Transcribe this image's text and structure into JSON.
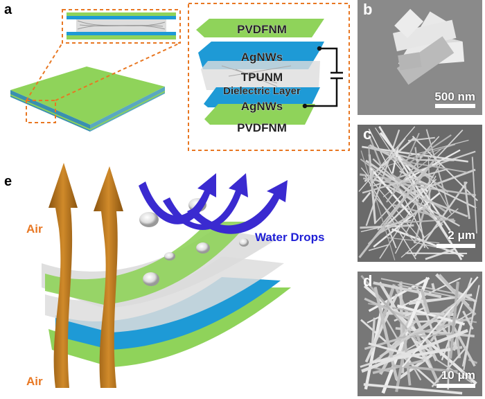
{
  "panels": {
    "a": {
      "label": "a",
      "layers": [
        "PVDFNM",
        "AgNWs",
        "TPUNM",
        "Dielectric Layer",
        "AgNWs",
        "PVDFNM"
      ]
    },
    "b": {
      "label": "b",
      "scale_bar": "500 nm"
    },
    "c": {
      "label": "c",
      "scale_bar": "2 μm"
    },
    "d": {
      "label": "d",
      "scale_bar": "10 μm"
    },
    "e": {
      "label": "e",
      "air_top": "Air",
      "air_bottom": "Air",
      "water": "Water Drops"
    }
  },
  "colors": {
    "green": "#8fd35a",
    "blue": "#1e9ad6",
    "orange": "#e87722",
    "arrow_brown": "#b8741c",
    "arrow_blue": "#3a2ad0",
    "water_text": "#1f1fd6"
  }
}
